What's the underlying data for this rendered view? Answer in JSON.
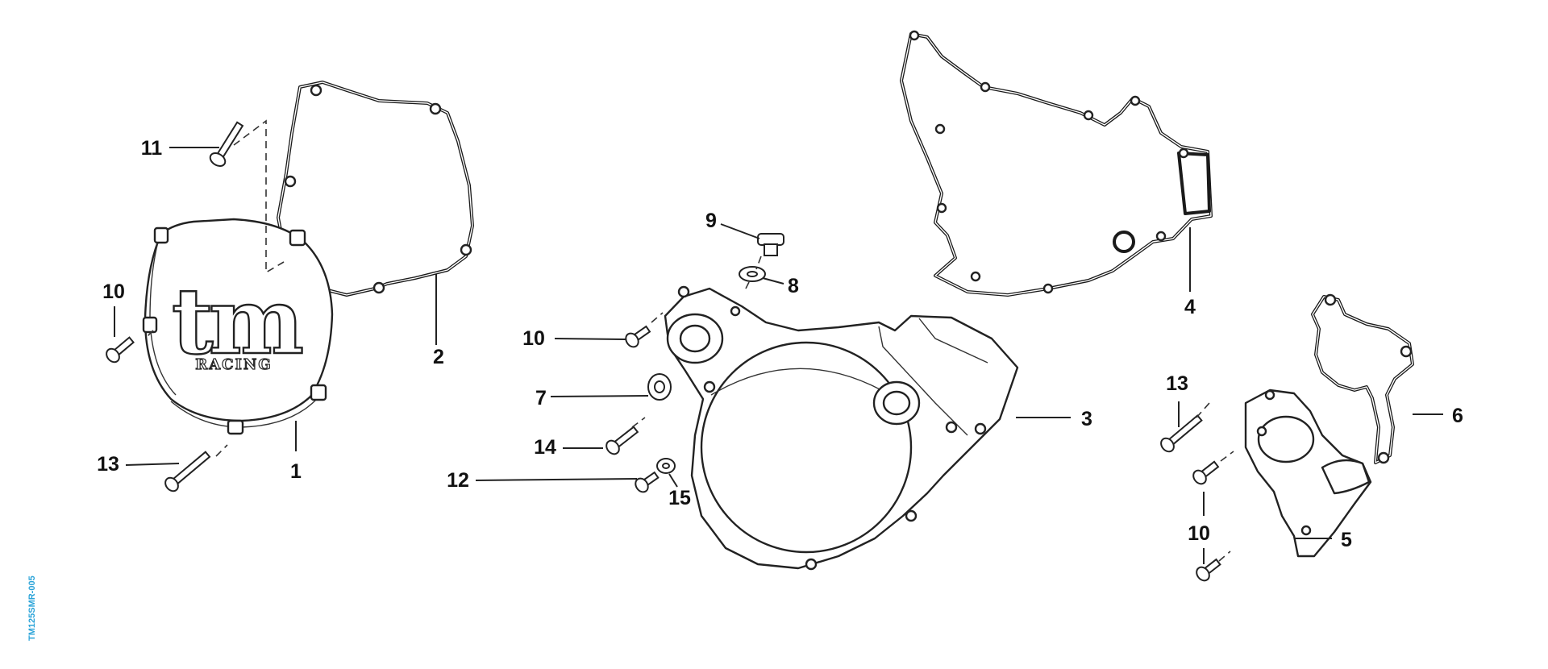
{
  "colors": {
    "drawing_code": "#2aa3d8",
    "ink": "#111111"
  },
  "drawing_code": "TM125SMR-005",
  "logo": {
    "main": "tm",
    "sub": "RACING"
  },
  "callouts": [
    {
      "id": "c1",
      "label": "1"
    },
    {
      "id": "c2",
      "label": "2"
    },
    {
      "id": "c3",
      "label": "3"
    },
    {
      "id": "c4",
      "label": "4"
    },
    {
      "id": "c5",
      "label": "5"
    },
    {
      "id": "c6",
      "label": "6"
    },
    {
      "id": "c7",
      "label": "7"
    },
    {
      "id": "c8",
      "label": "8"
    },
    {
      "id": "c9",
      "label": "9"
    },
    {
      "id": "c10a",
      "label": "10"
    },
    {
      "id": "c10b",
      "label": "10"
    },
    {
      "id": "c10c",
      "label": "10"
    },
    {
      "id": "c11",
      "label": "11"
    },
    {
      "id": "c12",
      "label": "12"
    },
    {
      "id": "c13a",
      "label": "13"
    },
    {
      "id": "c13b",
      "label": "13"
    },
    {
      "id": "c14",
      "label": "14"
    },
    {
      "id": "c15",
      "label": "15"
    }
  ]
}
